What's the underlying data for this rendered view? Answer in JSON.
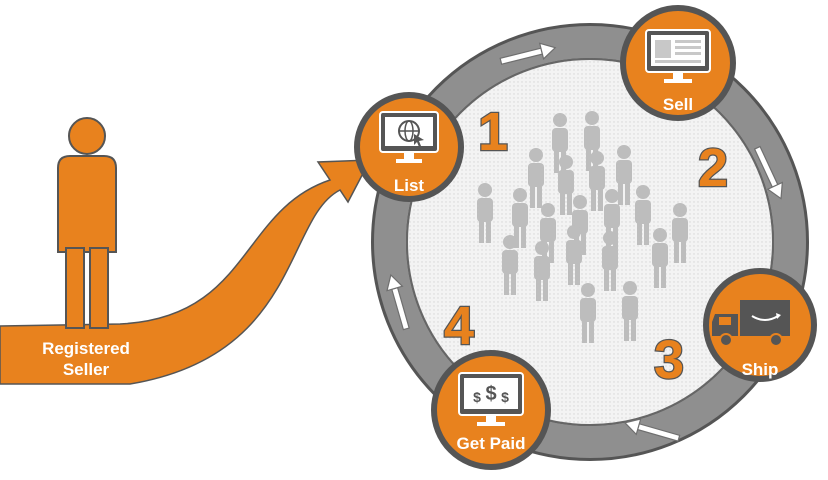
{
  "seller": {
    "label_line1": "Registered",
    "label_line2": "Seller"
  },
  "steps": [
    {
      "number": "1",
      "label": "List",
      "icon": "globe-monitor-icon"
    },
    {
      "number": "2",
      "label": "Sell",
      "icon": "webpage-monitor-icon"
    },
    {
      "number": "3",
      "label": "Ship",
      "icon": "delivery-truck-icon"
    },
    {
      "number": "4",
      "label": "Get Paid",
      "icon": "money-monitor-icon"
    }
  ],
  "money_symbols": {
    "left": "$",
    "middle": "$",
    "right": "$"
  },
  "colors": {
    "accent": "#e8821e",
    "ring": "#8a8a8a",
    "outline": "#555555",
    "crowd": "#bdbdbd",
    "inner": "#eeeeee"
  }
}
